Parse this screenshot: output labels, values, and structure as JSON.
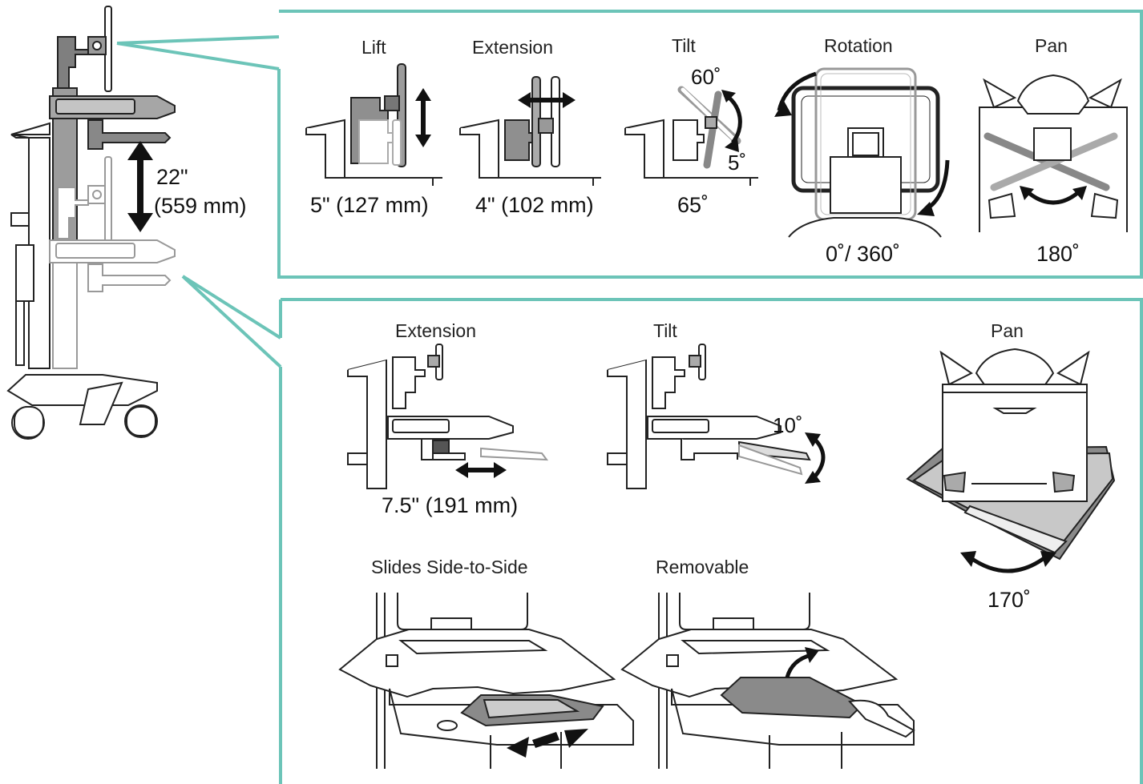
{
  "colors": {
    "frame": "#6cc4b8",
    "line": "#222222",
    "gray_fill": "#bdbdbd",
    "dark_fill": "#8a8a8a"
  },
  "cart_height": {
    "inches": "22\"",
    "mm": "(559 mm)"
  },
  "monitor_panel": {
    "lift": {
      "title": "Lift",
      "value": "5\" (127 mm)"
    },
    "extension": {
      "title": "Extension",
      "value": "4\" (102 mm)"
    },
    "tilt": {
      "title": "Tilt",
      "up": "60˚",
      "down": "5˚",
      "value": "65˚"
    },
    "rotation": {
      "title": "Rotation",
      "value": "0˚/ 360˚"
    },
    "pan": {
      "title": "Pan",
      "value": "180˚"
    }
  },
  "keyboard_panel": {
    "extension": {
      "title": "Extension",
      "value": "7.5\" (191 mm)"
    },
    "tilt": {
      "title": "Tilt",
      "value": "10˚"
    },
    "pan": {
      "title": "Pan",
      "value": "170˚"
    },
    "slides": {
      "title": "Slides Side-to-Side"
    },
    "removable": {
      "title": "Removable"
    }
  }
}
